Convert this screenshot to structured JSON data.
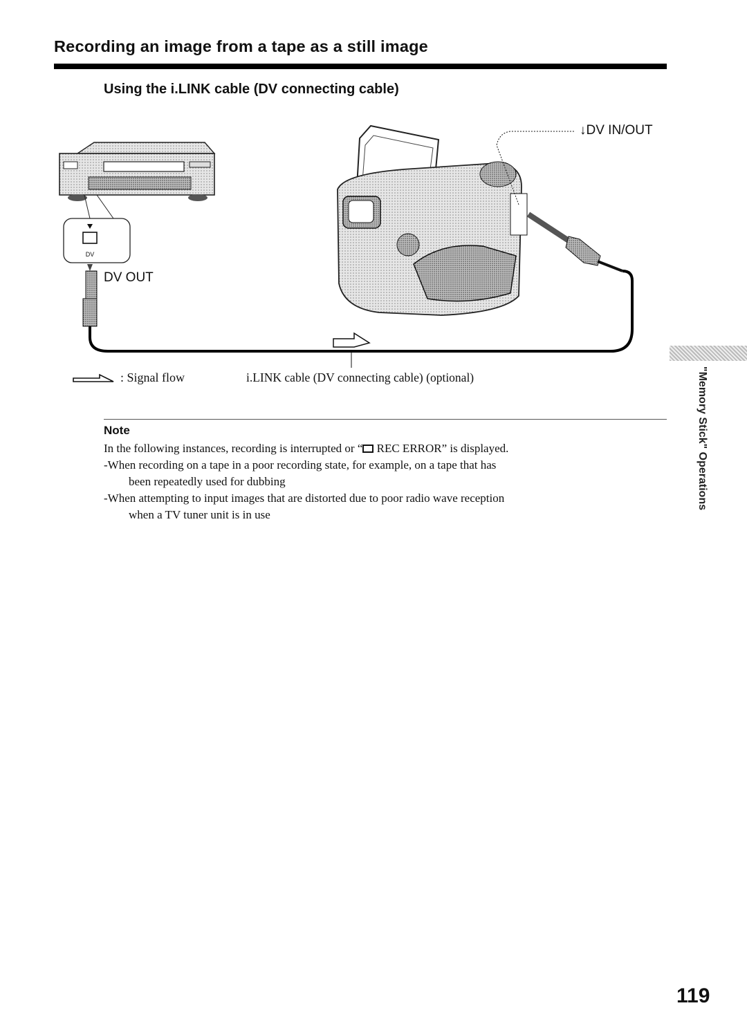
{
  "header": {
    "title": "Recording an image from a tape as a still image",
    "subtitle": "Using the i.LINK cable (DV connecting cable)"
  },
  "diagram": {
    "dv_in_out_label": "DV IN/OUT",
    "dv_out_label": "DV OUT",
    "dv_jack_label": "DV",
    "signal_flow_caption": ": Signal flow",
    "cable_caption": "i.LINK cable (DV connecting cable) (optional)"
  },
  "note": {
    "title": "Note",
    "intro_before": "In the following instances, recording is interrupted or “",
    "intro_after": " REC ERROR” is displayed.",
    "items": [
      {
        "dash": "-",
        "line1": "When recording on a tape in a poor recording state, for example, on a tape that has",
        "line2": "been repeatedly used for dubbing"
      },
      {
        "dash": "-",
        "line1": "When attempting to input images that are distorted due to poor radio wave reception",
        "line2": "when a TV tuner unit is in use"
      }
    ]
  },
  "side_tab": {
    "label": "\"Memory Stick\" Operations"
  },
  "page_number": "119"
}
